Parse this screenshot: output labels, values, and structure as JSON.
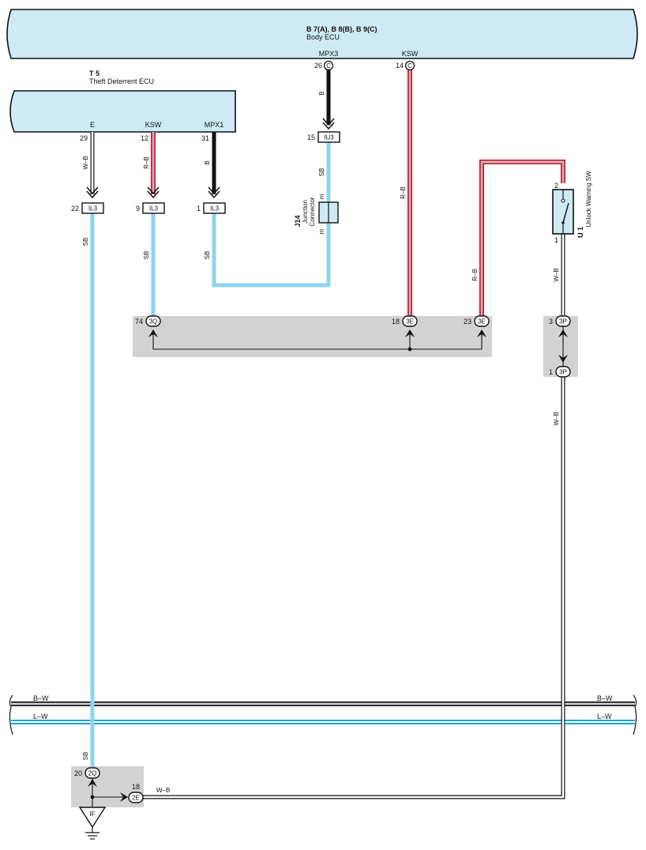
{
  "body_ecu": {
    "code": "B 7(A), B 8(B), B 9(C)",
    "name": "Body ECU"
  },
  "theft_ecu": {
    "code": "T 5",
    "name": "Theft Deterrent ECU"
  },
  "body_pins": {
    "mpx3": {
      "label": "MPX3",
      "pin": "26",
      "conn": "C"
    },
    "ksw": {
      "label": "KSW",
      "pin": "14",
      "conn": "C"
    }
  },
  "theft_pins": {
    "e": {
      "label": "E",
      "pin": "29"
    },
    "ksw": {
      "label": "KSW",
      "pin": "12"
    },
    "mpx1": {
      "label": "MPX1",
      "pin": "31"
    }
  },
  "wire_colors": {
    "b": "B",
    "rb": "R–B",
    "wb": "W–B",
    "sb": "SB",
    "bw": "B–W",
    "lw": "L–W"
  },
  "connectors": {
    "il3_e": {
      "pin": "22",
      "name": "IL3"
    },
    "il3_ksw": {
      "pin": "9",
      "name": "IL3"
    },
    "il3_mpx": {
      "pin": "1",
      "name": "IL3"
    },
    "iu3": {
      "pin": "15",
      "name": "IU3"
    },
    "j3q": {
      "pin": "74",
      "name": "3Q"
    },
    "j3e_18": {
      "pin": "18",
      "name": "3E"
    },
    "j3e_23": {
      "pin": "23",
      "name": "3E"
    },
    "j3p_3": {
      "pin": "3",
      "name": "3P"
    },
    "j3p_1": {
      "pin": "1",
      "name": "3P"
    },
    "j2q": {
      "pin": "20",
      "name": "2Q"
    },
    "j2e": {
      "pin": "18",
      "name": "2E"
    }
  },
  "junction": {
    "code": "J14",
    "line1": "Junction",
    "line2": "Connector",
    "pin_top": "m",
    "pin_bottom": "m"
  },
  "unlock_sw": {
    "code": "U 1",
    "name": "Unlock Warning SW",
    "pin_top": "2",
    "pin_bottom": "1"
  },
  "ground": {
    "label": "IF"
  },
  "colors": {
    "ecu_fill": "#cdeaf5",
    "sb_wire": "#8fd3f0",
    "red_wire": "#d0142c",
    "lw_wire": "#1aa3dc",
    "junction_fill": "#d2d2d2"
  }
}
